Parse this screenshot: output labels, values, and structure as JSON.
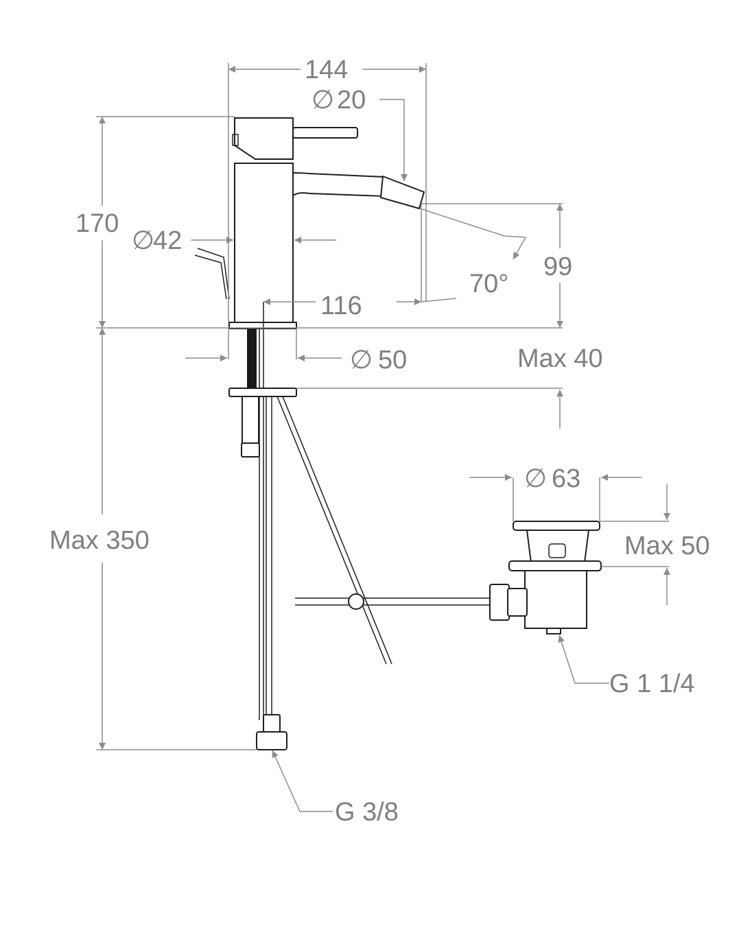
{
  "dimensions": {
    "width_total": "144",
    "spout_diameter": "20",
    "height_total": "170",
    "body_diameter": "42",
    "spout_height": "99",
    "spout_angle": "70°",
    "spout_reach": "116",
    "base_diameter": "50",
    "deck_thickness": "Max 40",
    "supply_length": "Max 350",
    "waste_diameter": "63",
    "basin_thickness": "Max 50",
    "waste_thread": "G 1 1/4",
    "supply_thread": "G 3/8"
  },
  "symbols": {
    "diameter": "∅"
  },
  "colors": {
    "dimension": "#7f7f7f",
    "outline": "#1e1e1e"
  }
}
